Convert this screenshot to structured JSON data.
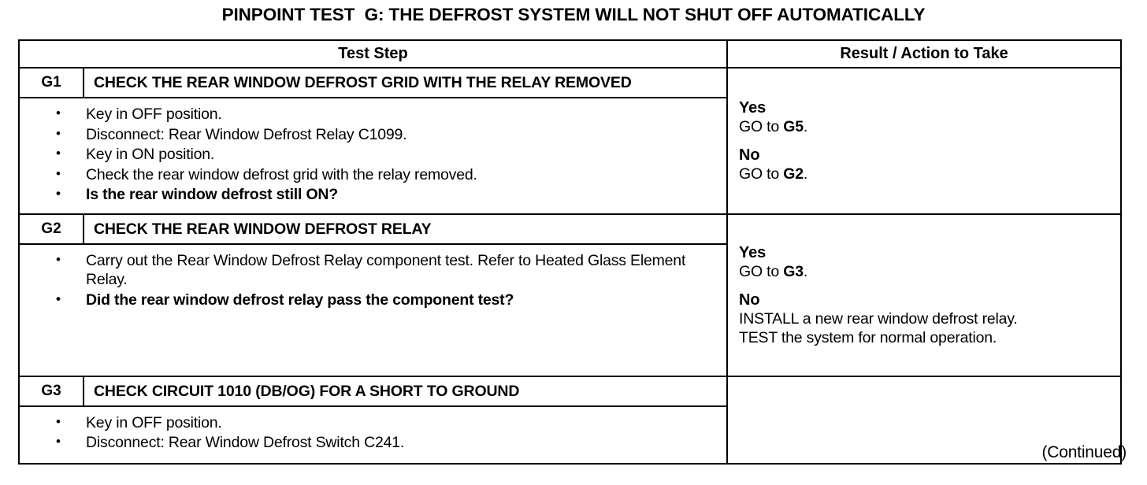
{
  "document": {
    "title": "PINPOINT TEST  G: THE DEFROST SYSTEM WILL NOT SHUT OFF AUTOMATICALLY",
    "continued_note": "(Continued)",
    "colors": {
      "text": "#000000",
      "background": "#ffffff",
      "border": "#000000"
    }
  },
  "table": {
    "headers": {
      "test_step": "Test Step",
      "result_action": "Result / Action to Take"
    },
    "rows": [
      {
        "id": "G1",
        "title": "CHECK THE REAR WINDOW DEFROST GRID WITH THE RELAY REMOVED",
        "bullets": [
          {
            "text": "Key in OFF position.",
            "bold": false
          },
          {
            "text": "Disconnect: Rear Window Defrost Relay C1099.",
            "bold": false
          },
          {
            "text": "Key in ON position.",
            "bold": false
          },
          {
            "text": "Check the rear window defrost grid with the relay removed.",
            "bold": false
          },
          {
            "text": "Is the rear window defrost still ON?",
            "bold": true
          }
        ],
        "results": [
          {
            "label": "Yes",
            "action_prefix": "GO to ",
            "action_target": "G5",
            "action_suffix": "."
          },
          {
            "label": "No",
            "action_prefix": "GO to ",
            "action_target": "G2",
            "action_suffix": "."
          }
        ]
      },
      {
        "id": "G2",
        "title": "CHECK THE REAR WINDOW DEFROST RELAY",
        "bullets": [
          {
            "text": "Carry out the Rear Window Defrost Relay component test. Refer to Heated Glass Element Relay.",
            "bold": false
          },
          {
            "text": "Did the rear window defrost relay pass the component test?",
            "bold": true
          }
        ],
        "results": [
          {
            "label": "Yes",
            "action_prefix": "GO to ",
            "action_target": "G3",
            "action_suffix": "."
          },
          {
            "label": "No",
            "action_line_1": "INSTALL a new rear window defrost relay.",
            "action_line_2": "TEST the system for normal operation."
          }
        ]
      },
      {
        "id": "G3",
        "title": "CHECK CIRCUIT 1010 (DB/OG) FOR A SHORT TO GROUND",
        "bullets": [
          {
            "text": "Key in OFF position.",
            "bold": false
          },
          {
            "text": "Disconnect: Rear Window Defrost Switch C241.",
            "bold": false
          }
        ],
        "results": []
      }
    ]
  }
}
